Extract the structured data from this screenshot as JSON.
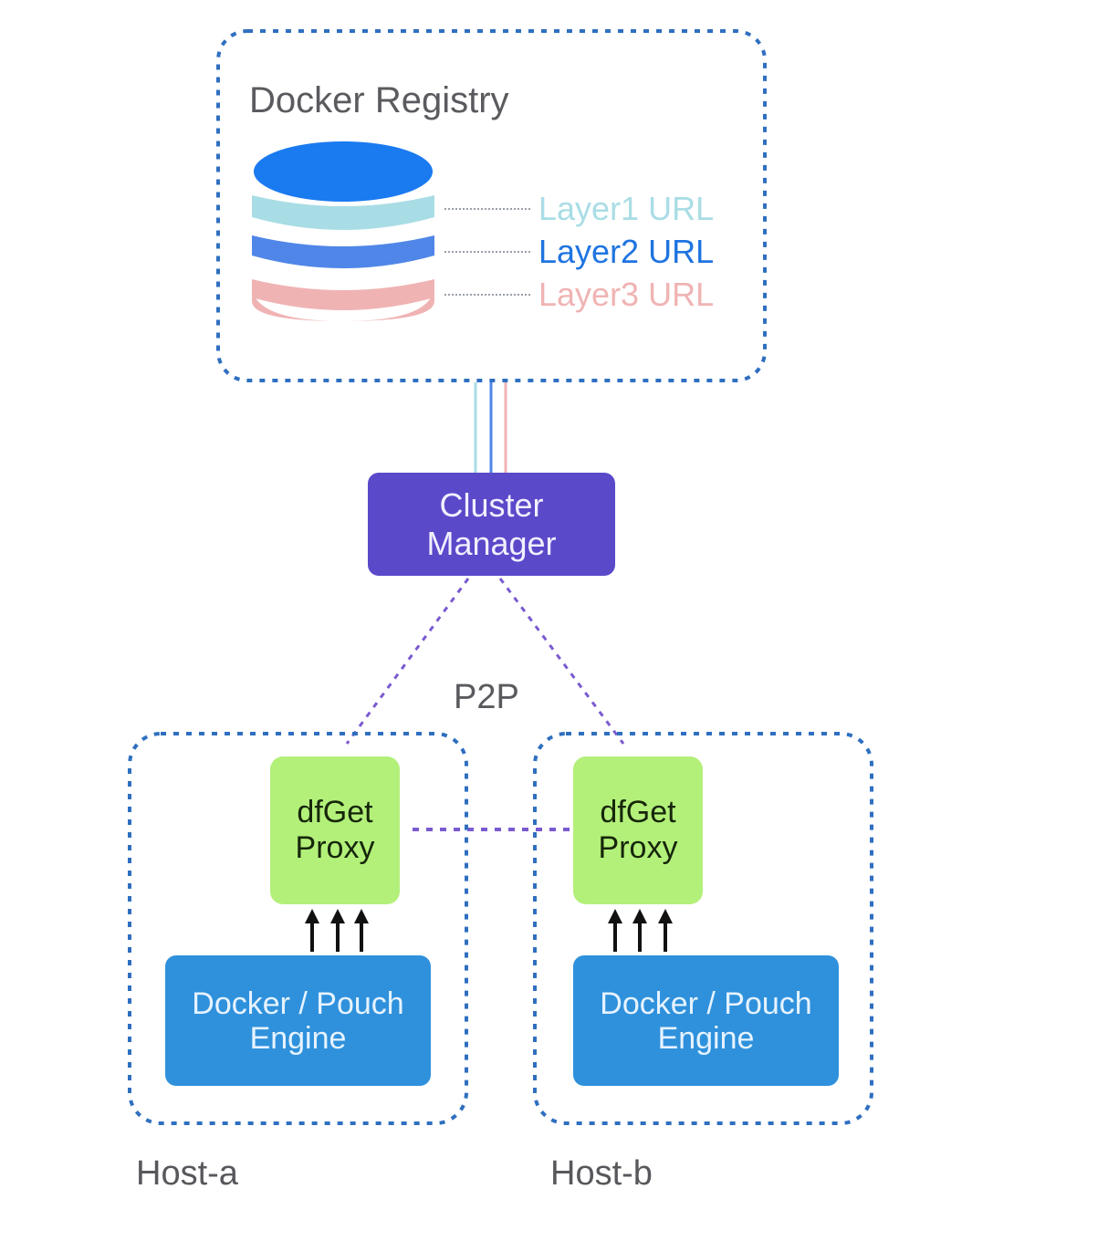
{
  "registry": {
    "title": "Docker Registry",
    "layers": [
      {
        "label": "Layer1 URL",
        "color": "#a9dde5"
      },
      {
        "label": "Layer2 URL",
        "color": "#1f74e0"
      },
      {
        "label": "Layer3 URL",
        "color": "#f0b3b3"
      }
    ],
    "disk_top_color": "#1a7af0",
    "disk_band_colors": [
      "#a9dde5",
      "#4f86e8",
      "#f0b3b3"
    ]
  },
  "cluster_manager": {
    "line1": "Cluster",
    "line2": "Manager",
    "color": "#5a49c9"
  },
  "p2p_label": "P2P",
  "hosts": [
    {
      "name": "Host-a",
      "proxy": {
        "line1": "dfGet",
        "line2": "Proxy"
      },
      "engine": {
        "line1": "Docker / Pouch",
        "line2": "Engine"
      }
    },
    {
      "name": "Host-b",
      "proxy": {
        "line1": "dfGet",
        "line2": "Proxy"
      },
      "engine": {
        "line1": "Docker / Pouch",
        "line2": "Engine"
      }
    }
  ],
  "colors": {
    "container_border": "#2f6fc0",
    "p2p_line": "#7a5ad0",
    "proxy_fill": "#b3f07a",
    "engine_fill": "#2f91dc",
    "arrow": "#111111"
  }
}
